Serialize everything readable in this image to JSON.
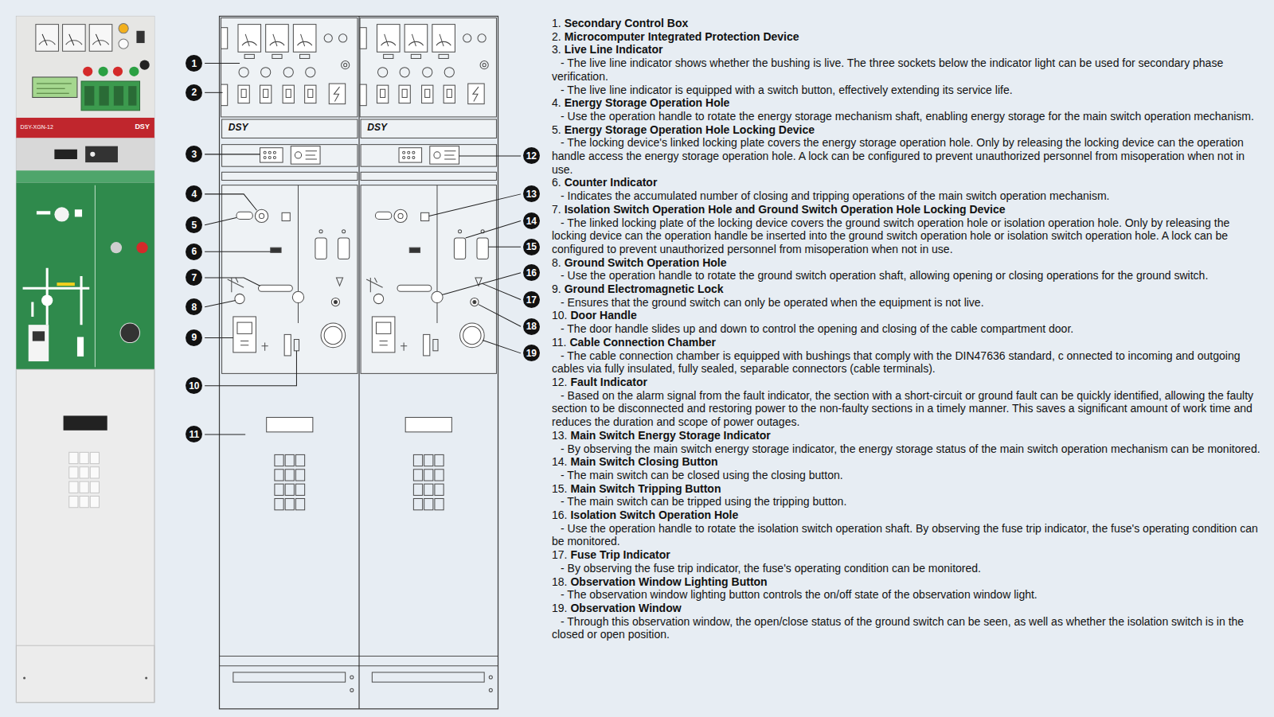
{
  "diagram": {
    "nodes": [
      {
        "text": [
          "1"
        ]
      },
      {
        "text": [
          "2"
        ]
      },
      {
        "text": [
          "3"
        ]
      },
      {
        "text": [
          "4"
        ]
      },
      {
        "text": [
          "5"
        ]
      },
      {
        "text": [
          "6"
        ]
      },
      {
        "text": [
          "7"
        ]
      },
      {
        "text": [
          "8"
        ]
      },
      {
        "text": [
          "9"
        ]
      },
      {
        "text": [
          "10"
        ]
      },
      {
        "text": [
          "11"
        ]
      },
      {
        "text": [
          "12"
        ]
      },
      {
        "text": [
          "13"
        ]
      },
      {
        "text": [
          "14"
        ]
      },
      {
        "text": [
          "15"
        ]
      },
      {
        "text": [
          "16"
        ]
      },
      {
        "text": [
          "17"
        ]
      },
      {
        "text": [
          "18"
        ]
      },
      {
        "text": [
          "19"
        ]
      }
    ],
    "labels": [
      "DSY-XGN-12",
      "DSY",
      "DSY",
      "DSY",
      "1.",
      "Secondary Control Box",
      "2.",
      "Microcomputer Integrated Protection Device",
      "3.",
      "Live Line Indicator",
      "- The live line indicator shows whether the bushing is live. The three sockets below the indicator light can be used for secondary phase verification.",
      "- The live line indicator is equipped with a switch button, effectively extending its service life.",
      "4.",
      "Energy Storage Operation Hole",
      "- Use the operation handle to rotate the energy storage mechanism shaft, enabling energy storage for the main switch operation mechanism.",
      "5.",
      "Energy Storage Operation Hole Locking Device",
      "- The locking device's linked locking plate covers the energy storage operation hole. Only by releasing the locking device can the operation handle access the energy storage operation hole. A lock can be configured to prevent unauthorized personnel from misoperation when not in use.",
      "6.",
      "Counter Indicator",
      "- Indicates the accumulated number of closing and tripping operations of the main switch operation mechanism.",
      "7.",
      "Isolation Switch Operation Hole and Ground Switch Operation Hole Locking Device",
      "- The linked locking plate of the locking device covers the ground switch operation hole or isolation operation hole. Only by releasing the locking device can the operation handle be inserted into the ground switch operation hole or isolation switch operation hole. A lock can be configured to prevent unauthorized personnel from misoperation when not in use.",
      "8.",
      "Ground Switch Operation Hole",
      "- Use the operation handle to rotate the ground switch operation shaft, allowing opening or closing operations for the ground switch.",
      "9.",
      "Ground Electromagnetic Lock",
      "- Ensures that the ground switch can only be operated when the equipment is not live.",
      "10.",
      "Door Handle",
      "- The door handle slides up and down to control the opening and closing of the cable compartment door.",
      "11.",
      "Cable Connection Chamber",
      "- The cable connection chamber is equipped with bushings that comply with the DIN47636 standard, c onnected to incoming and outgoing cables via fully insulated, fully sealed, separable connectors (cable terminals).",
      "12.",
      "Fault Indicator",
      "- Based on the alarm signal from the fault indicator, the section with a short-circuit or ground fault can be quickly identified, allowing the faulty section to be disconnected and restoring power to the non-faulty sections in a timely manner. This saves a significant amount of work time and reduces the duration and scope of power outages.",
      "13.",
      "Main Switch Energy Storage Indicator",
      "- By observing the main switch energy storage indicator, the energy storage status of the main switch operation mechanism can be monitored.",
      "14.",
      "Main Switch Closing Button",
      "- The main switch can be closed using the closing button.",
      "15.",
      "Main Switch Tripping Button",
      "- The main switch can be tripped using the tripping button.",
      "16.",
      "Isolation Switch Operation Hole",
      "- Use the operation handle to rotate the isolation switch operation shaft. By observing the fuse trip indicator, the fuse's operating condition can be monitored.",
      "17.",
      "Fuse Trip Indicator",
      "- By observing the fuse trip indicator, the fuse's operating condition can be monitored.",
      "18.",
      "Observation Window Lighting Button",
      "- The observation window lighting button controls the on/off state of the observation window light.",
      "19.",
      "Observation Window",
      "- Through this observation window, the open/close status of the ground switch can be seen, as well as whether the isolation switch is in the closed or open position."
    ]
  }
}
